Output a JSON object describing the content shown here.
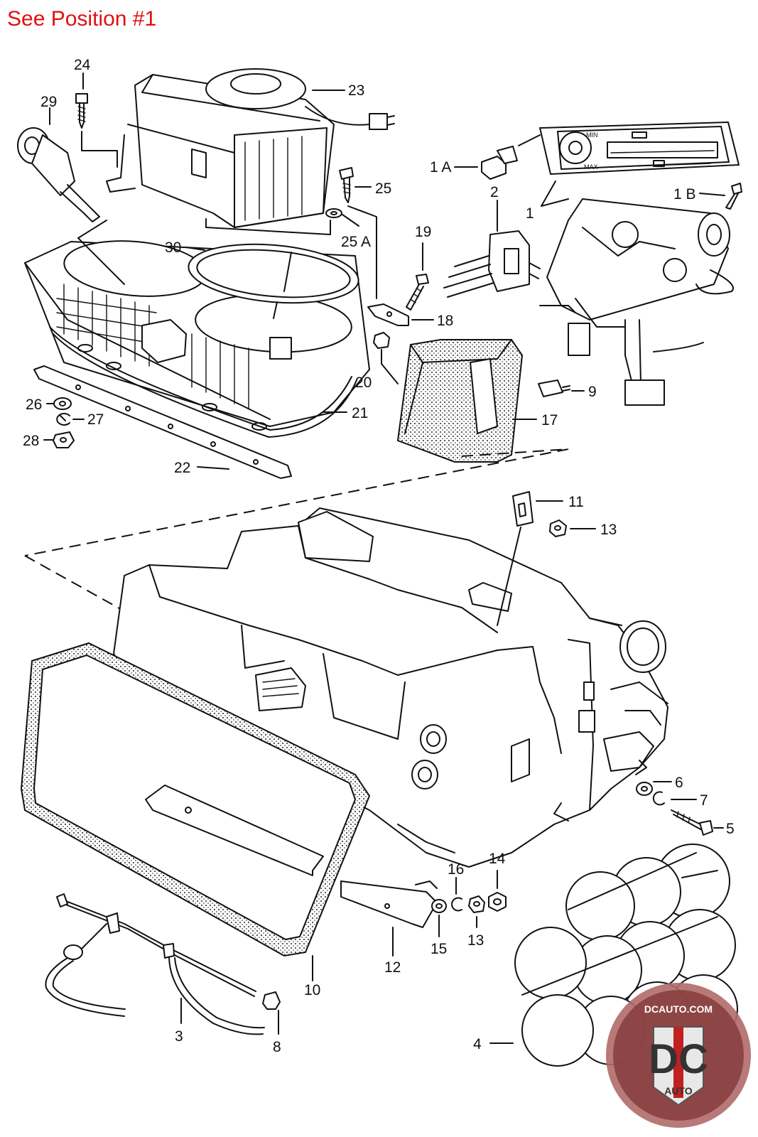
{
  "header": {
    "title": "See Position #1"
  },
  "labels": {
    "p1": "1",
    "p1a": "1 A",
    "p1b": "1 B",
    "p2": "2",
    "p3": "3",
    "p4": "4",
    "p5": "5",
    "p6": "6",
    "p7": "7",
    "p8": "8",
    "p9": "9",
    "p10": "10",
    "p11": "11",
    "p12": "12",
    "p13a": "13",
    "p13b": "13",
    "p14": "14",
    "p15": "15",
    "p16": "16",
    "p17": "17",
    "p18": "18",
    "p19": "19",
    "p20": "20",
    "p21": "21",
    "p22": "22",
    "p23": "23",
    "p24": "24",
    "p25": "25",
    "p25a": "25 A",
    "p26": "26",
    "p27": "27",
    "p28": "28",
    "p29": "29",
    "p30": "30"
  },
  "control_panel": {
    "min": "MIN",
    "max": "MAX"
  },
  "logo": {
    "url_text": "DCAUTO.COM",
    "letters": "DC",
    "word": "AUTO"
  }
}
